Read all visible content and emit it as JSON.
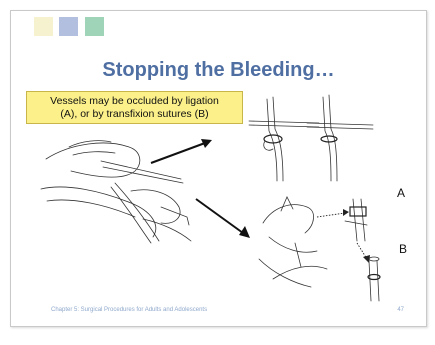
{
  "slide": {
    "title": "Stopping the Bleeding…",
    "callout": {
      "line1": "Vessels may be occluded by ligation",
      "line2": "(A), or by transfixion sutures (B)"
    },
    "label_a": "A",
    "label_b": "B",
    "footer": "Chapter 5: Surgical Procedures for Adults and Adolescents",
    "page_number": "47"
  },
  "colors": {
    "title": "#4f6fa3",
    "square_1": "#f6f1cf",
    "square_2": "#b2bfdf",
    "square_3": "#9fd4b8",
    "callout_bg": "#fbf08a",
    "footer": "#8fa8cc"
  },
  "images": {
    "main": "surgical-clamp-illustration",
    "ligation": "ligation-illustration",
    "transfixion": "transfixion-suture-illustration"
  }
}
